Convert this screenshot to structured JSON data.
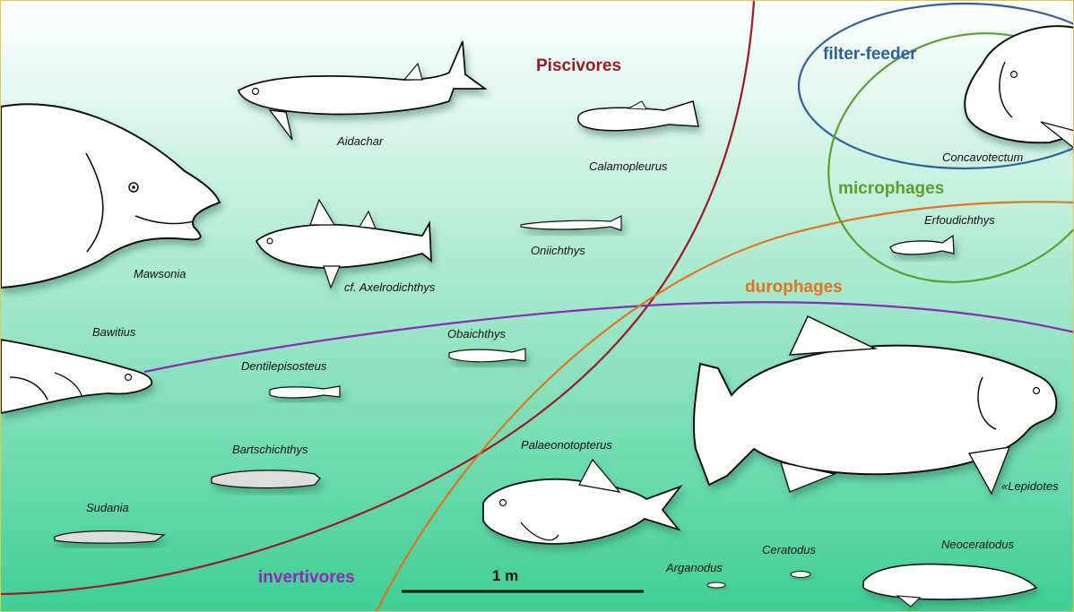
{
  "groups": {
    "piscivores": {
      "label": "Piscivores",
      "color": "#9b1b25"
    },
    "filter_feeder": {
      "label": "filter-feeder",
      "color": "#2e5f9e"
    },
    "microphages": {
      "label": "microphages",
      "color": "#5c9e2e"
    },
    "durophages": {
      "label": "durophages",
      "color": "#e0741e"
    },
    "invertivores": {
      "label": "invertivores",
      "color": "#8a2bb0"
    }
  },
  "taxa": {
    "aidachar": "Aidachar",
    "calamopleurus": "Calamopleurus",
    "concavotectum": "Concavotectum",
    "erfoudichthys": "Erfoudichthys",
    "mawsonia": "Mawsonia",
    "oniichthys": "Oniichthys",
    "axelrodichthys": "cf. Axelrodichthys",
    "bawitius": "Bawitius",
    "obaichthys": "Obaichthys",
    "dentilepisosteus": "Dentilepisosteus",
    "bartschichthys": "Bartschichthys",
    "palaeonotopterus": "Palaeonotopterus",
    "sudania": "Sudania",
    "lepidotes": "«Lepidotes",
    "arganodus": "Arganodus",
    "ceratodus": "Ceratodus",
    "neoceratodus": "Neoceratodus"
  },
  "scale_bar": {
    "label": "1 m"
  },
  "colors": {
    "background_top": "#ffffff",
    "background_bottom": "#3fcf96",
    "outline": "#111111",
    "fish_fill": "#ffffff",
    "border": "#e8c84a"
  }
}
